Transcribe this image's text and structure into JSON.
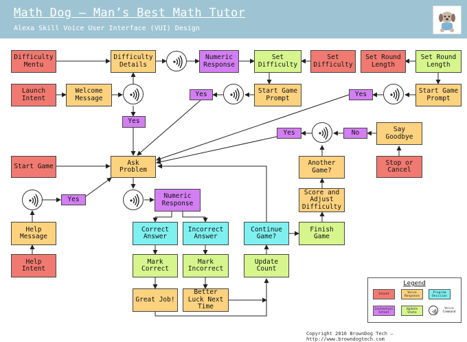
{
  "header": {
    "title": "Math Dog – Man’s Best Math Tutor",
    "subtitle": "Alexa Skill Voice User Interface (VUI) Design"
  },
  "nodes": {
    "difficulty_mentu": "Difficulty\nMentu",
    "difficulty_details": "Difficulty\nDetails",
    "numeric_response_top": "Numeric\nResponse",
    "set_difficulty_state": "Set\nDifficulty",
    "set_difficulty_intent": "Set\nDifficulty",
    "set_round_length_intent": "Set Round\nLength",
    "set_round_length_state": "Set Round\nLength",
    "launch_intent": "Launch\nIntent",
    "welcome_message": "Welcome\nMessage",
    "yes_1": "Yes",
    "start_game_prompt_1": "Start Game\nPrompt",
    "yes_2": "Yes",
    "start_game_prompt_2": "Start Game\nPrompt",
    "yes_3": "Yes",
    "yes_left": "Yes",
    "yes_another": "Yes",
    "no": "No",
    "say_goodbye": "Say\nGoodbye",
    "start_game": "Start Game",
    "ask_problem": "Ask\nProblem",
    "another_game": "Another\nGame?",
    "stop_or_cancel": "Stop or\nCancel",
    "yes_help": "Yes",
    "numeric_response_mid": "Numeric\nResponse",
    "score_and_adjust": "Score and\nAdjust\nDifficulty",
    "help_message": "Help\nMessage",
    "correct_answer": "Correct\nAnswer",
    "incorrect_answer": "Incorrect\nAnswer",
    "continue_game": "Continue\nGame?",
    "finish_game": "Finish\nGame",
    "help_intent": "Help\nIntent",
    "mark_correct": "Mark\nCorrect",
    "mark_incorrect": "Mark\nIncorrect",
    "update_count": "Update\nCount",
    "great_job": "Great Job!",
    "better_luck": "Better\nLuck Next\nTime"
  },
  "legend": {
    "title": "Legend",
    "intent": "Intent",
    "voice_response": "Voice\nResponse",
    "program_decision": "Program\nDecision",
    "contextual_intent": "Contextual\nIntent",
    "update_state": "Update\nState",
    "voice_command": "Voice\nCommand"
  },
  "colors": {
    "header": "#9ec4d3",
    "intent": "#f07a71",
    "voice_response": "#fcd27f",
    "program_decision": "#7ff0f0",
    "contextual_intent": "#d37ef2",
    "update_state": "#d6f58d"
  },
  "icons": {
    "voice_command": "speaker-waves-icon",
    "logo": "dog-logo"
  },
  "footer": {
    "copyright": "Copyright 2016 BrownDog Tech – http://www.browndogtech.com"
  }
}
